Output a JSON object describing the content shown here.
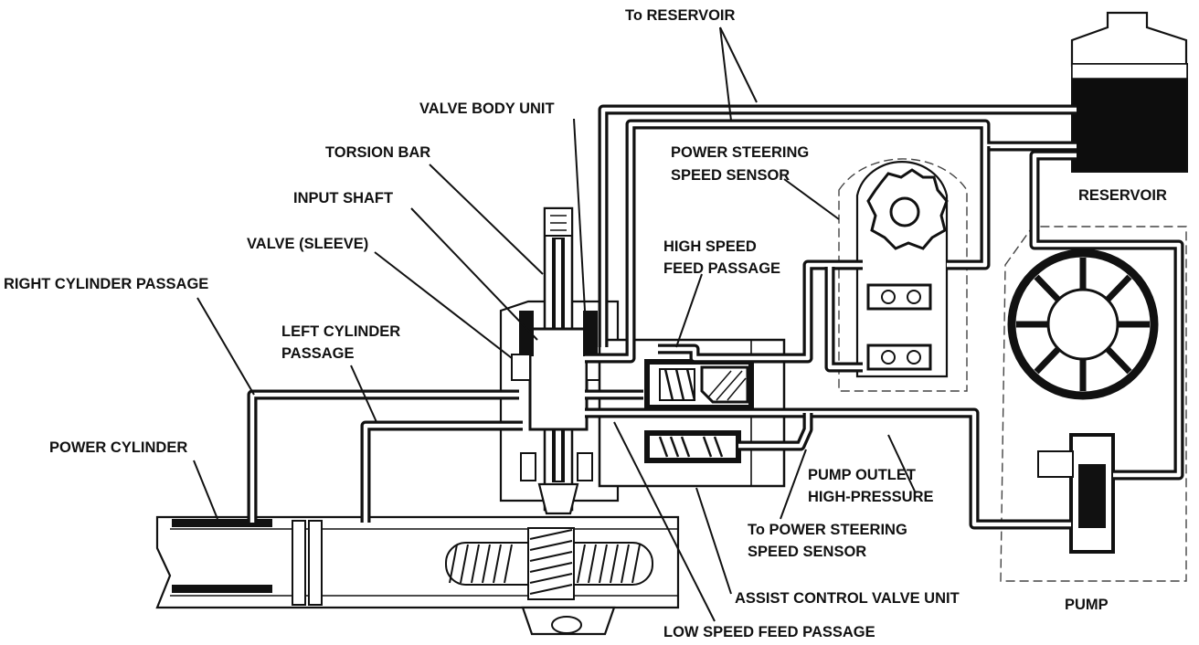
{
  "labels": {
    "to_reservoir": "To RESERVOIR",
    "valve_body_unit": "VALVE BODY UNIT",
    "torsion_bar": "TORSION BAR",
    "input_shaft": "INPUT SHAFT",
    "valve_sleeve": "VALVE (SLEEVE)",
    "right_cylinder_passage": "RIGHT CYLINDER PASSAGE",
    "left_cylinder_passage_1": "LEFT CYLINDER",
    "left_cylinder_passage_2": "PASSAGE",
    "power_cylinder": "POWER CYLINDER",
    "ps_speed_sensor_1": "POWER STEERING",
    "ps_speed_sensor_2": "SPEED SENSOR",
    "reservoir": "RESERVOIR",
    "high_speed_feed_1": "HIGH SPEED",
    "high_speed_feed_2": "FEED PASSAGE",
    "pump_outlet_1": "PUMP OUTLET",
    "pump_outlet_2": "HIGH-PRESSURE",
    "to_ps_sensor_1": "To POWER STEERING",
    "to_ps_sensor_2": "SPEED SENSOR",
    "assist_control_valve": "ASSIST CONTROL VALVE UNIT",
    "pump": "PUMP",
    "low_speed_feed": "LOW SPEED FEED PASSAGE"
  }
}
